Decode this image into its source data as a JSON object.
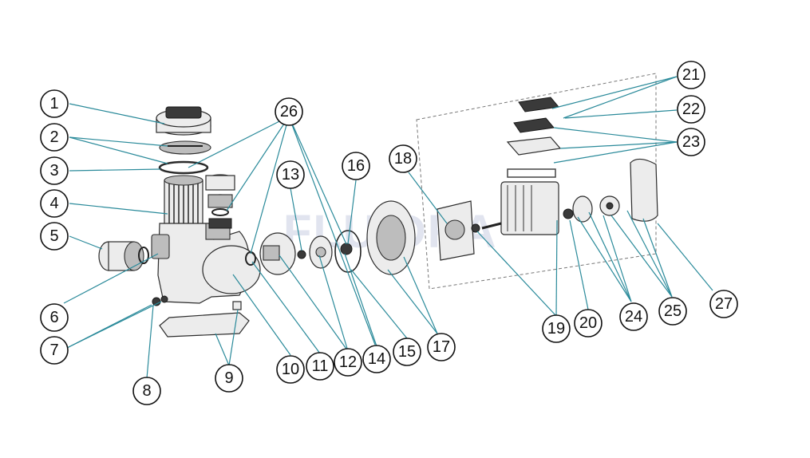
{
  "watermark": "FLUIDRA",
  "colors": {
    "leader": "#2a8a9a",
    "circle_stroke": "#111111",
    "background": "#ffffff"
  },
  "callouts": [
    "1",
    "2",
    "3",
    "4",
    "5",
    "6",
    "7",
    "8",
    "9",
    "10",
    "11",
    "12",
    "13",
    "14",
    "15",
    "16",
    "17",
    "18",
    "19",
    "20",
    "21",
    "22",
    "23",
    "24",
    "25",
    "26",
    "27"
  ]
}
